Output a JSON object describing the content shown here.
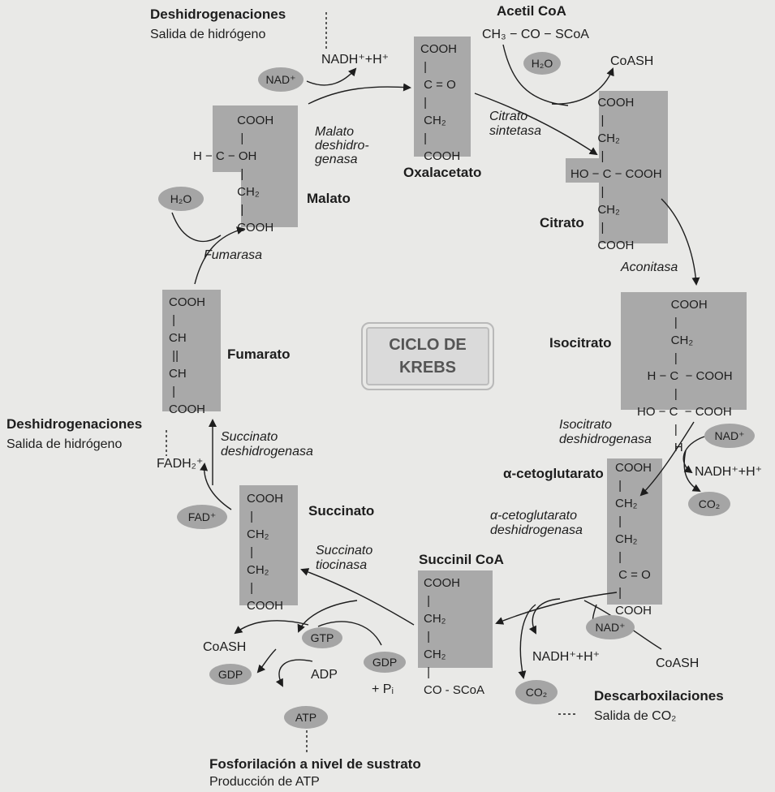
{
  "center": {
    "line1": "CICLO DE",
    "line2": "KREBS"
  },
  "molecules": {
    "oxalacetato": {
      "name": "Oxalacetato",
      "formula": "COOH\n |\n C = O\n |\n CH₂\n |\n COOH"
    },
    "citrato": {
      "name": "Citrato",
      "formula": "        COOH\n         |\n        CH₂\n         |\nHO − C − COOH\n         |\n        CH₂\n         |\n        COOH"
    },
    "isocitrato": {
      "name": "Isocitrato",
      "formula": "          COOH\n           |\n          CH₂\n           |\n   H − C  − COOH\n           |\nHO − C  − COOH\n           |\n           H"
    },
    "alfa_cetoglutarato": {
      "name": "α-cetoglutarato",
      "formula": "COOH\n |\nCH₂\n |\nCH₂\n |\n C = O\n |\nCOOH"
    },
    "succinil_coa": {
      "name": "Succinil CoA",
      "formula": "COOH\n |\nCH₂\n |\nCH₂\n |\nCO - SCoA"
    },
    "succinato": {
      "name": "Succinato",
      "formula": "COOH\n |\nCH₂\n |\nCH₂\n |\nCOOH"
    },
    "fumarato": {
      "name": "Fumarato",
      "formula": "COOH\n |\nCH\n ||\nCH\n |\nCOOH"
    },
    "malato": {
      "name": "Malato",
      "formula": "             COOH\n              |\nH − C − OH\n              |\n             CH₂\n              |\n             COOH"
    }
  },
  "enzymes": {
    "citrato_sintetasa": "Citrato sintetasa",
    "aconitasa": "Aconitasa",
    "isocitrato_deshidrogenasa": "Isocitrato deshidrogenasa",
    "alfa_cetoglutarato_deshidrogenasa": "α-cetoglutarato deshidrogenasa",
    "succinato_tiocinasa": "Succinato tiocinasa",
    "succinato_deshidrogenasa": "Succinato deshidrogenasa",
    "fumarasa": "Fumarasa",
    "malato_deshidrogenasa": "Malato deshidro- genasa"
  },
  "acetil_coa": {
    "label": "Acetil CoA",
    "formula": "CH₃ − CO − SCoA"
  },
  "cofactors": {
    "nad_top": "NAD⁺",
    "nadh_top": "NADH⁺+H⁺",
    "h2o_top": "H₂O",
    "coash_top": "CoASH",
    "h2o_left": "H₂O",
    "nad_right": "NAD⁺",
    "nadh_right": "NADH⁺+H⁺",
    "co2_right": "CO₂",
    "nad_bottom": "NAD⁺",
    "nadh_bottom": "NADH⁺+H⁺",
    "coash_bottom": "CoASH",
    "co2_bottom": "CO₂",
    "fad": "FAD⁺",
    "fadh2": "FADH₂⁺",
    "gtp": "GTP",
    "gdp_left": "GDP",
    "gdp_right": "GDP",
    "coash_left": "CoASH",
    "adp": "ADP",
    "atp": "ATP",
    "pi": "+ Pᵢ"
  },
  "annotations": {
    "deshidro_top": {
      "title": "Deshidrogenaciones",
      "sub": "Salida de hidrógeno"
    },
    "deshidro_left": {
      "title": "Deshidrogenaciones",
      "sub": "Salida de hidrógeno"
    },
    "descarbox": {
      "title": "Descarboxilaciones",
      "sub": "Salida de CO₂"
    },
    "fosforil": {
      "title": "Fosforilación a nivel de sustrato",
      "sub": "Producción de ATP"
    }
  }
}
